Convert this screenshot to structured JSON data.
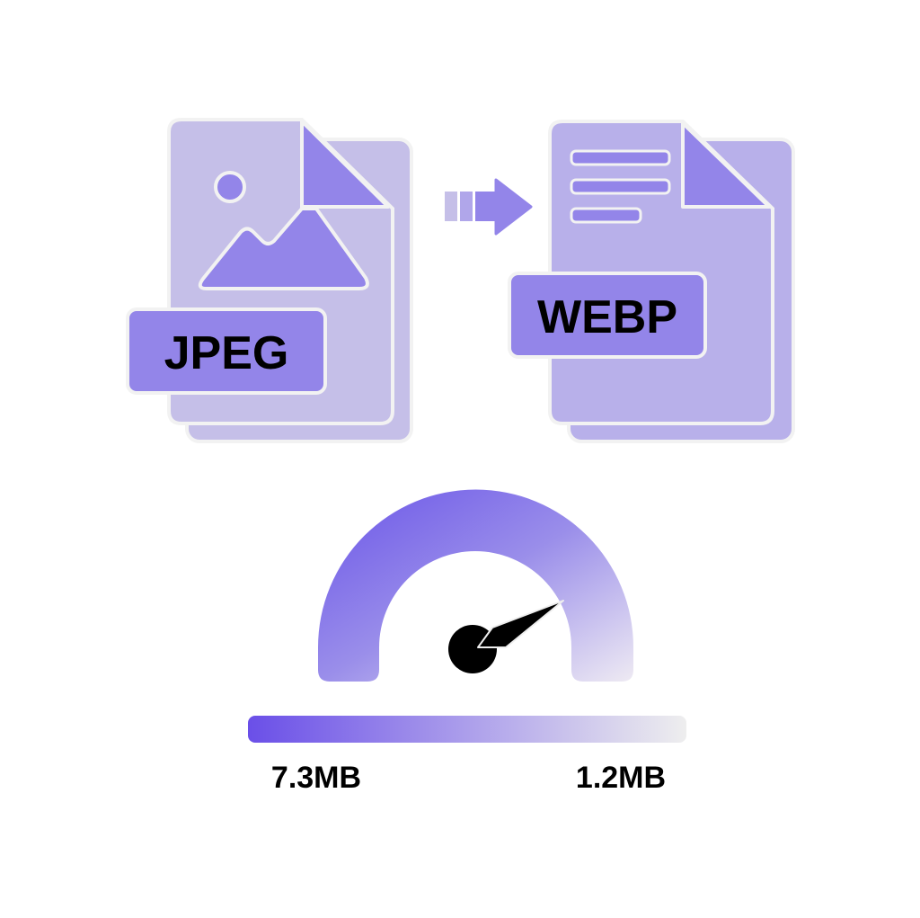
{
  "source_format": {
    "label": "JPEG",
    "icon": "image-file-icon"
  },
  "target_format": {
    "label": "WEBP",
    "icon": "document-file-icon"
  },
  "conversion_arrow": {
    "icon": "arrow-right-icon"
  },
  "gauge": {
    "icon": "speedometer-icon"
  },
  "size_bar": {
    "from_label": "7.3MB",
    "to_label": "1.2MB"
  },
  "colors": {
    "sheet": "#c5bfe8",
    "accent": "#9385e9",
    "outline": "#f2f2f2",
    "gradient_start": "#6a55e8",
    "gradient_end": "#eeeeee"
  }
}
